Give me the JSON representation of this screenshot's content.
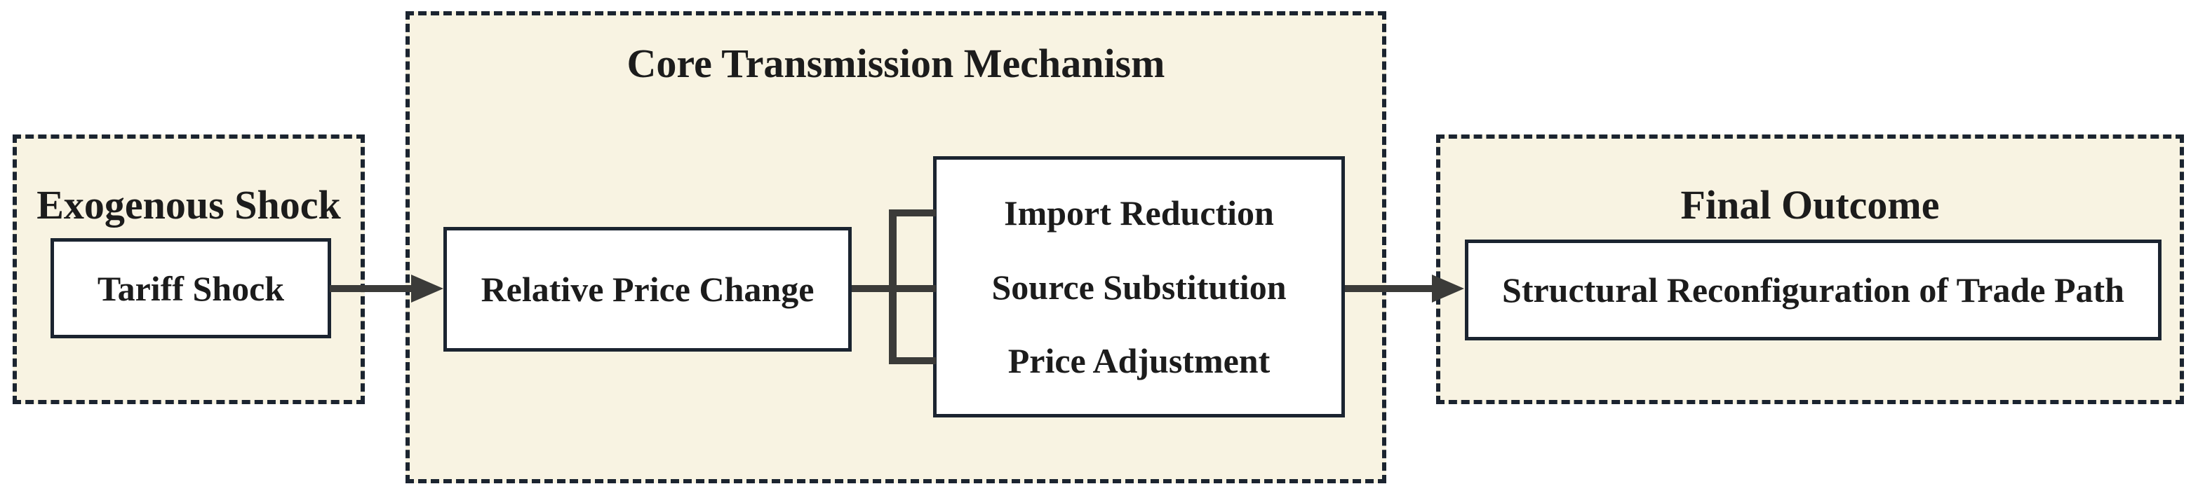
{
  "diagram": {
    "groups": [
      {
        "title": "Exogenous Shock",
        "nodes": [
          {
            "label": "Tariff Shock"
          }
        ]
      },
      {
        "title": "Core Transmission Mechanism",
        "nodes": [
          {
            "label": "Relative Price Change"
          },
          {
            "label": "Import Reduction"
          },
          {
            "label": "Source Substitution"
          },
          {
            "label": "Price Adjustment"
          }
        ]
      },
      {
        "title": "Final Outcome",
        "nodes": [
          {
            "label": "Structural Reconfiguration of Trade Path"
          }
        ]
      }
    ],
    "colors": {
      "background": "#ffffff",
      "panel_fill": "#f8f3e2",
      "line": "#1b2430",
      "node_fill": "#ffffff",
      "arrow": "#3b3b39",
      "text": "#1c1c1c"
    }
  }
}
